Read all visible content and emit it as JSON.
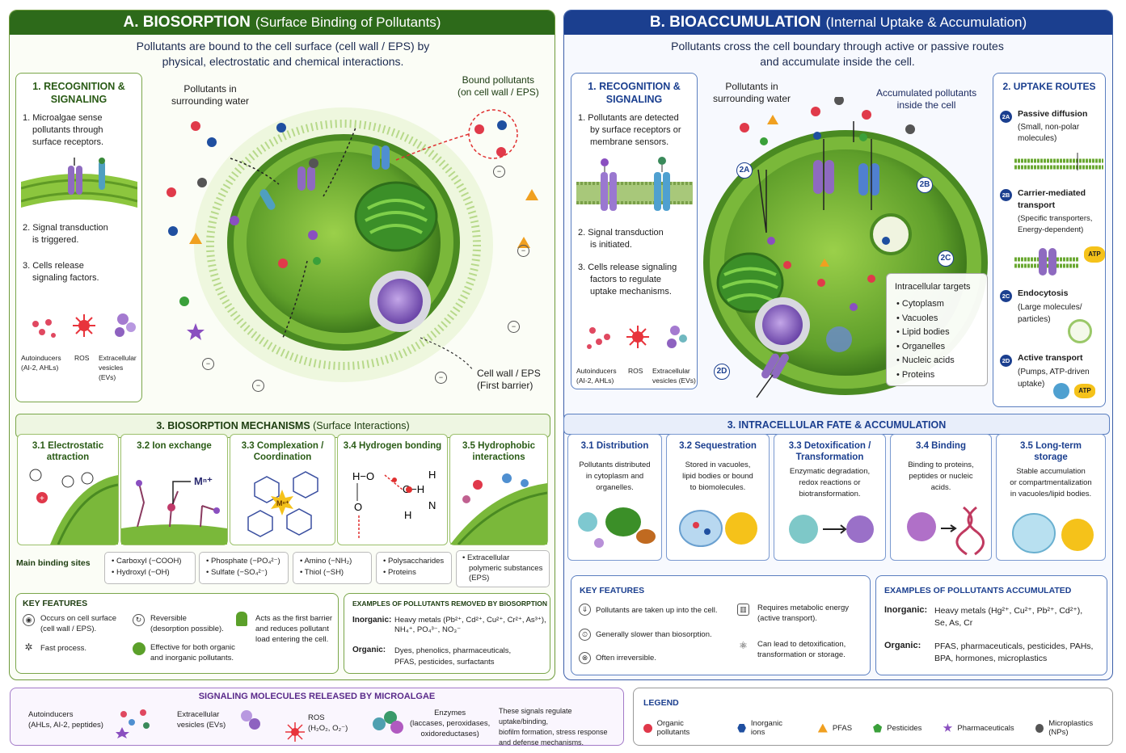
{
  "panelA": {
    "title": "A. BIOSORPTION",
    "title_sub": "(Surface Binding of Pollutants)",
    "subtitle1": "Pollutants are bound to the cell surface (cell wall / EPS) by",
    "subtitle2": "physical, electrostatic and chemical interactions.",
    "rec": {
      "title1": "1. RECOGNITION &",
      "title2": "SIGNALING",
      "s1": [
        "1. Microalgae sense",
        "pollutants through",
        "surface receptors."
      ],
      "s2": [
        "2. Signal transduction",
        "is triggered."
      ],
      "s3": [
        "3. Cells release",
        "signaling factors."
      ],
      "icons": [
        "Autoinducers",
        "(AI-2, AHLs)",
        "ROS",
        "Extracellular",
        "vesicles (EVs)"
      ]
    },
    "lbl_water": [
      "Pollutants in",
      "surrounding water"
    ],
    "lbl_bound": [
      "Bound pollutants",
      "(on cell wall / EPS)"
    ],
    "lbl_wall": [
      "Cell wall / EPS",
      "(First barrier)"
    ],
    "minus": "−",
    "mech": {
      "title": "3. BIOSORPTION MECHANISMS",
      "title_sub": "(Surface Interactions)",
      "items": [
        {
          "l1": "3.1 Electrostatic",
          "l2": "attraction"
        },
        {
          "l1": "3.2 Ion exchange",
          "l2": ""
        },
        {
          "l1": "3.3 Complexation /",
          "l2": "Coordination"
        },
        {
          "l1": "3.4 Hydrogen bonding",
          "l2": ""
        },
        {
          "l1": "3.5 Hydrophobic",
          "l2": "interactions"
        }
      ],
      "mn": "Mⁿ⁺"
    },
    "sites": {
      "label": "Main binding sites",
      "b1": [
        "• Carboxyl (−COOH)",
        "• Hydroxyl (−OH)"
      ],
      "b2": [
        "• Phosphate (−PO₄²⁻)",
        "• Sulfate (−SO₄²⁻)"
      ],
      "b3": [
        "• Amino (−NH₂)",
        "• Thiol (−SH)"
      ],
      "b4": [
        "• Polysaccharides",
        "• Proteins"
      ],
      "b5": [
        "• Extracellular",
        "polymeric substances",
        "(EPS)"
      ]
    },
    "features": {
      "title": "KEY FEATURES",
      "f1": [
        "Occurs on cell surface",
        "(cell wall / EPS)."
      ],
      "f2": [
        "Reversible",
        "(desorption possible)."
      ],
      "f3": [
        "Acts as the first barrier",
        "and reduces pollutant",
        "load entering the cell."
      ],
      "f4": [
        "Fast process."
      ],
      "f5": [
        "Effective for both organic",
        "and inorganic pollutants."
      ]
    },
    "examples": {
      "title": "EXAMPLES OF POLLUTANTS REMOVED BY BIOSORPTION",
      "inorg_label": "Inorganic:",
      "inorg": [
        "Heavy metals (Pb²⁺, Cd²⁺, Cu²⁺, Cr²⁺, As³⁺),",
        "NH₄⁺, PO₄³⁻, NO₃⁻"
      ],
      "org_label": "Organic:",
      "org": [
        "Dyes, phenolics, pharmaceuticals,",
        "PFAS, pesticides, surfactants"
      ]
    }
  },
  "panelB": {
    "title": "B. BIOACCUMULATION",
    "title_sub": "(Internal Uptake & Accumulation)",
    "subtitle1": "Pollutants cross the cell boundary through active or passive routes",
    "subtitle2": "and accumulate inside the cell.",
    "rec": {
      "title1": "1. RECOGNITION &",
      "title2": "SIGNALING",
      "s1": [
        "1. Pollutants are detected",
        "by surface receptors or",
        "membrane sensors."
      ],
      "s2": [
        "2. Signal transduction",
        "is initiated."
      ],
      "s3": [
        "3. Cells release signaling",
        "factors to regulate",
        "uptake mechanisms."
      ],
      "icons": [
        "Autoinducers",
        "(AI-2, AHLs)",
        "ROS",
        "Extracellular",
        "vesicles (EVs)"
      ]
    },
    "lbl_water": [
      "Pollutants in",
      "surrounding water"
    ],
    "lbl_acc": [
      "Accumulated pollutants",
      "inside the cell"
    ],
    "tags": [
      "2A",
      "2B",
      "2C",
      "2D"
    ],
    "targets": {
      "title": "Intracellular targets",
      "items": [
        "• Cytoplasm",
        "• Vacuoles",
        "• Lipid bodies",
        "• Organelles",
        "• Nucleic acids",
        "• Proteins"
      ]
    },
    "routes": {
      "title": "2. UPTAKE ROUTES",
      "r1": {
        "tag": "2A",
        "h": "Passive diffusion",
        "d": [
          "(Small, non-polar",
          "molecules)"
        ]
      },
      "r2": {
        "tag": "2B",
        "h": "Carrier-mediated",
        "h2": "transport",
        "d": [
          "(Specific transporters,",
          "Energy-dependent)"
        ]
      },
      "r3": {
        "tag": "2C",
        "h": "Endocytosis",
        "d": [
          "(Large molecules/",
          "particles)"
        ]
      },
      "r4": {
        "tag": "2D",
        "h": "Active transport",
        "d": [
          "(Pumps, ATP-driven",
          "uptake)"
        ]
      },
      "atp": "ATP"
    },
    "fate": {
      "title": "3. INTRACELLULAR FATE & ACCUMULATION",
      "items": [
        {
          "h1": "3.1 Distribution",
          "h2": "",
          "d": [
            "Pollutants distributed",
            "in cytoplasm and",
            "organelles."
          ]
        },
        {
          "h1": "3.2 Sequestration",
          "h2": "",
          "d": [
            "Stored in vacuoles,",
            "lipid bodies or bound",
            "to biomolecules."
          ]
        },
        {
          "h1": "3.3 Detoxification /",
          "h2": "Transformation",
          "d": [
            "Enzymatic degradation,",
            "redox reactions or",
            "biotransformation."
          ]
        },
        {
          "h1": "3.4 Binding",
          "h2": "",
          "d": [
            "Binding to proteins,",
            "peptides or nucleic",
            "acids."
          ]
        },
        {
          "h1": "3.5 Long-term",
          "h2": "storage",
          "d": [
            "Stable accumulation",
            "or compartmentalization",
            "in vacuoles/lipid bodies."
          ]
        }
      ]
    },
    "features": {
      "title": "KEY FEATURES",
      "f1": [
        "Pollutants are taken up into the cell."
      ],
      "f2": [
        "Generally slower than biosorption."
      ],
      "f3": [
        "Often irreversible."
      ],
      "f4": [
        "Requires metabolic energy",
        "(active transport)."
      ],
      "f5": [
        "Can lead to detoxification,",
        "transformation or storage."
      ]
    },
    "examples": {
      "title": "EXAMPLES OF POLLUTANTS ACCUMULATED",
      "inorg_label": "Inorganic:",
      "inorg": [
        "Heavy metals (Hg²⁺,  Cu²⁺,  Pb²⁺,  Cd²⁺),",
        "Se, As, Cr"
      ],
      "org_label": "Organic:",
      "org": [
        "PFAS, pharmaceuticals, pesticides, PAHs,",
        "BPA, hormones, microplastics"
      ]
    }
  },
  "signaling": {
    "title": "SIGNALING MOLECULES RELEASED BY MICROALGAE",
    "a": [
      "Autoinducers",
      "(AHLs, AI-2, peptides)"
    ],
    "b": [
      "Extracellular",
      "vesicles (EVs)"
    ],
    "c": [
      "ROS",
      "(H₂O₂, O₂⁻)"
    ],
    "d": [
      "Enzymes",
      "(laccases, peroxidases,",
      "oxidoreductases)"
    ],
    "e": [
      "These signals regulate uptake/binding,",
      "biofilm formation, stress response",
      "and defense mechanisms."
    ]
  },
  "legend": {
    "title": "LEGEND",
    "items": [
      {
        "label": "Organic pollutants",
        "color": "#e0384a"
      },
      {
        "label": "Inorganic ions",
        "color": "#1f4fa0"
      },
      {
        "label": "PFAS",
        "color": "#f0a020"
      },
      {
        "label": "Pesticides",
        "color": "#3aa03a"
      },
      {
        "label": "Pharmaceuticals",
        "color": "#8a4fc0"
      },
      {
        "label": "Microplastics (NPs)",
        "color": "#555555"
      }
    ]
  },
  "colors": {
    "greenDark": "#2d6a1a",
    "blueDark": "#1b3f8f",
    "cellGreen": "#6aa832"
  }
}
